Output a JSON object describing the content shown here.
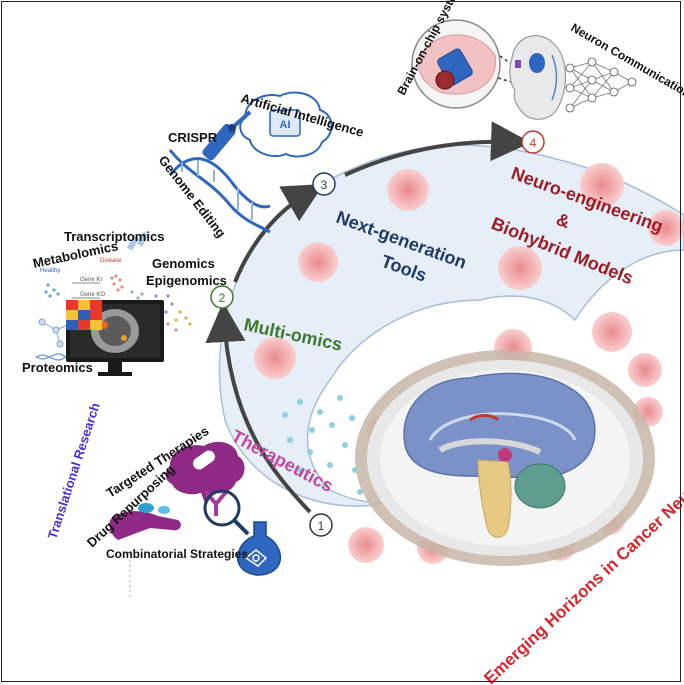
{
  "stages": [
    {
      "number": "1",
      "name": "Therapeutics",
      "color": "#c2469a"
    },
    {
      "number": "2",
      "name": "Multi-omics",
      "color": "#3d7a2e"
    },
    {
      "number": "3",
      "name": "Next-generation",
      "name2": "Tools",
      "color": "#1e3a66"
    },
    {
      "number": "4",
      "name": "Neuro-engineering",
      "name2": "&",
      "name3": "Biohybrid Models",
      "color": "#9e1c24"
    }
  ],
  "therapeutics": {
    "side_title": "Translational Research",
    "targeted": "Targeted Therapies",
    "repurposing": "Drug Repurposing",
    "combinatorial": "Combinatorial Strategies"
  },
  "omics": {
    "transcriptomics": "Transcriptomics",
    "metabolomics": "Metabolomics",
    "genomics": "Genomics",
    "epigenomics": "Epigenomics",
    "proteomics": "Proteomics",
    "healthy": "Healthy",
    "disease": "Disease",
    "gene_ki": "Gene KI",
    "gene_ko": "Gene KO"
  },
  "tools": {
    "crispr": "CRISPR",
    "ai": "Artificial Intelligence",
    "ai_chip": "AI",
    "genome_editing": "Genome Editing"
  },
  "neuro": {
    "brain_on_chip": "Brain-on-chip systems",
    "neuron_comm": "Neuron Communications"
  },
  "footer_title": "Emerging Horizons in Cancer Neurosciences",
  "colors": {
    "band_fill": "#e6eef8",
    "band_stroke": "#a9bdd6",
    "cell": "#f2a9ab",
    "cell_dark": "#e58789",
    "footer": "#d9252c",
    "side_title": "#4b2fd6",
    "arrow": "#444444"
  }
}
